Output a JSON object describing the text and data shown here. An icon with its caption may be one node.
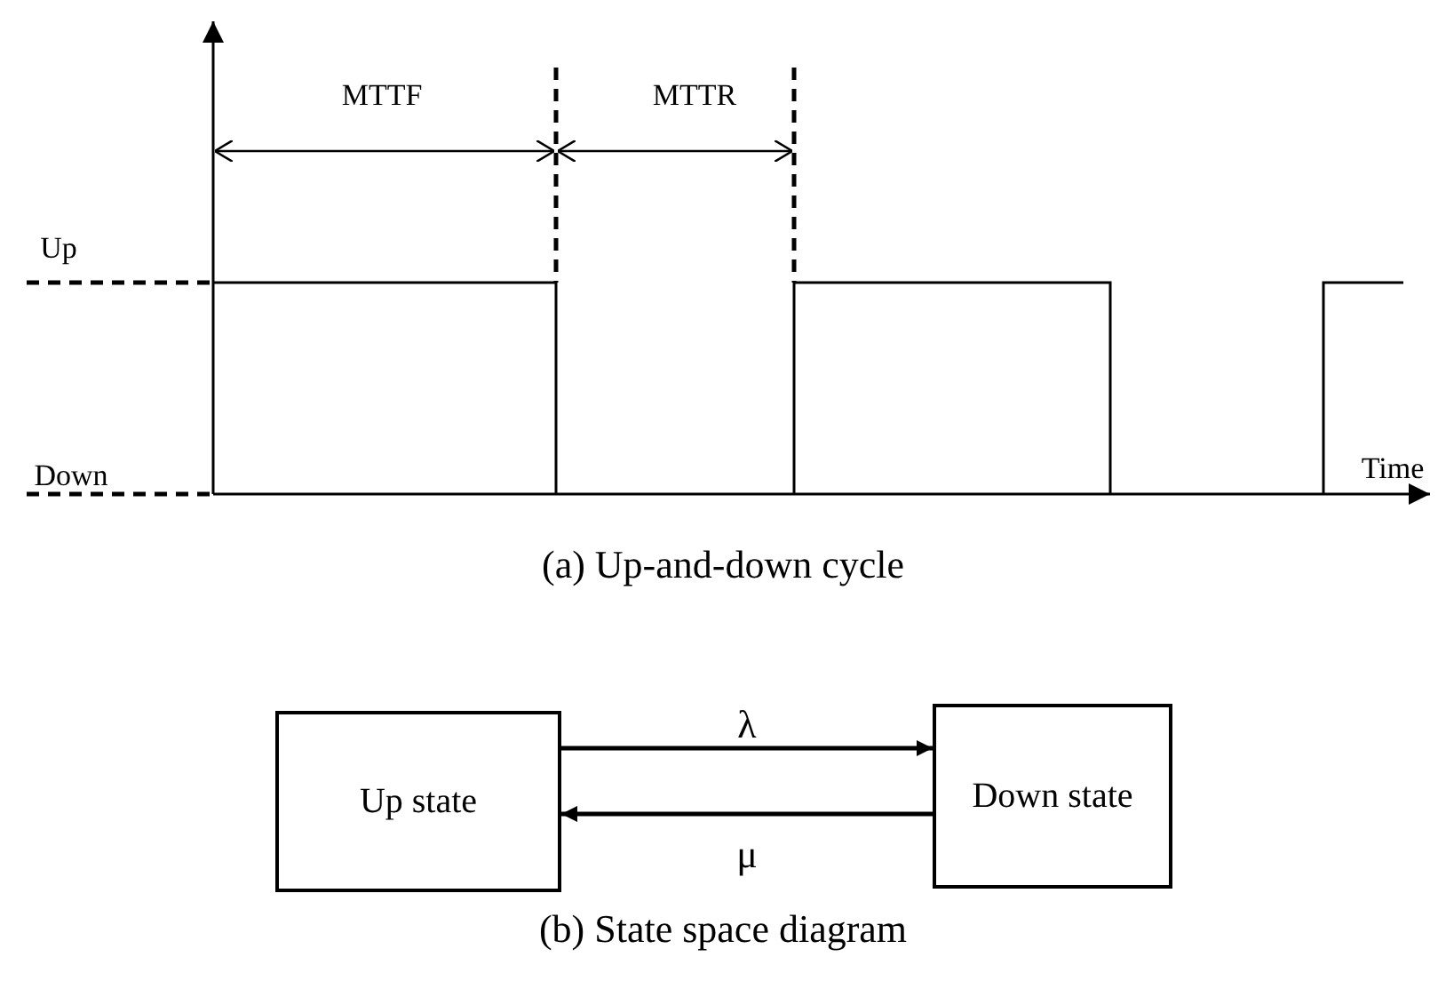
{
  "diagram": {
    "nodes": [
      {
        "text": [
          "Up state"
        ]
      },
      {
        "text": [
          "Down state"
        ]
      }
    ],
    "edges": [
      {
        "from": 0,
        "to": 1,
        "arrow": "to",
        "label": "λ"
      },
      {
        "from": 1,
        "to": 0,
        "arrow": "to",
        "label": "μ"
      }
    ],
    "labels": [
      "MTTF",
      "MTTR",
      "Up",
      "Down",
      "Time",
      "(a) Up-and-down cycle",
      "(b) State space diagram"
    ]
  }
}
